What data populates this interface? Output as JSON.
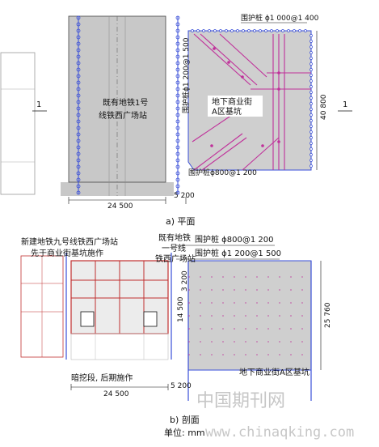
{
  "plan": {
    "caption": "a) 平面",
    "station_label_line1": "既有地铁1号",
    "station_label_line2": "线铁西广场站",
    "pile_top": "围护桩 ϕ1 000@1 400",
    "pile_vertical": "围护桩ϕ1 200@1 500",
    "pile_bottom": "围护桩ϕ800@1 200",
    "pit_label_line1": "地下商业街",
    "pit_label_line2": "A区基坑",
    "dim_width": "24 500",
    "dim_gap": "5 200",
    "dim_height": "40 800",
    "section_mark_left": "1",
    "section_mark_right": "1"
  },
  "section": {
    "caption": "b) 剖面",
    "unit": "单位: mm",
    "new_station_line1": "新建地铁九号线铁西广场站",
    "new_station_line2": "先于商业街基坑施作",
    "existing_line1": "既有地铁",
    "existing_line2": "一号线",
    "existing_line3": "铁西广场站",
    "pile_a": "围护桩 ϕ800@1 200",
    "pile_b": "围护桩 ϕ1 200@1 500",
    "dim_3200": "3 200",
    "dim_14500": "14 500",
    "dim_25760": "25 760",
    "dim_24500": "24 500",
    "dim_5200": "5 200",
    "tunnel_label": "暗挖段, 后期施作",
    "pit_label": "地下商业街A区基坑"
  },
  "watermark": {
    "cn": "中国期刊网",
    "url": "www.chinaqking.com"
  },
  "colors": {
    "gray_fill": "#c8c8c8",
    "pile_blue": "#3a4fd8",
    "strut_magenta": "#c0309a",
    "frame_red": "#c03030"
  }
}
